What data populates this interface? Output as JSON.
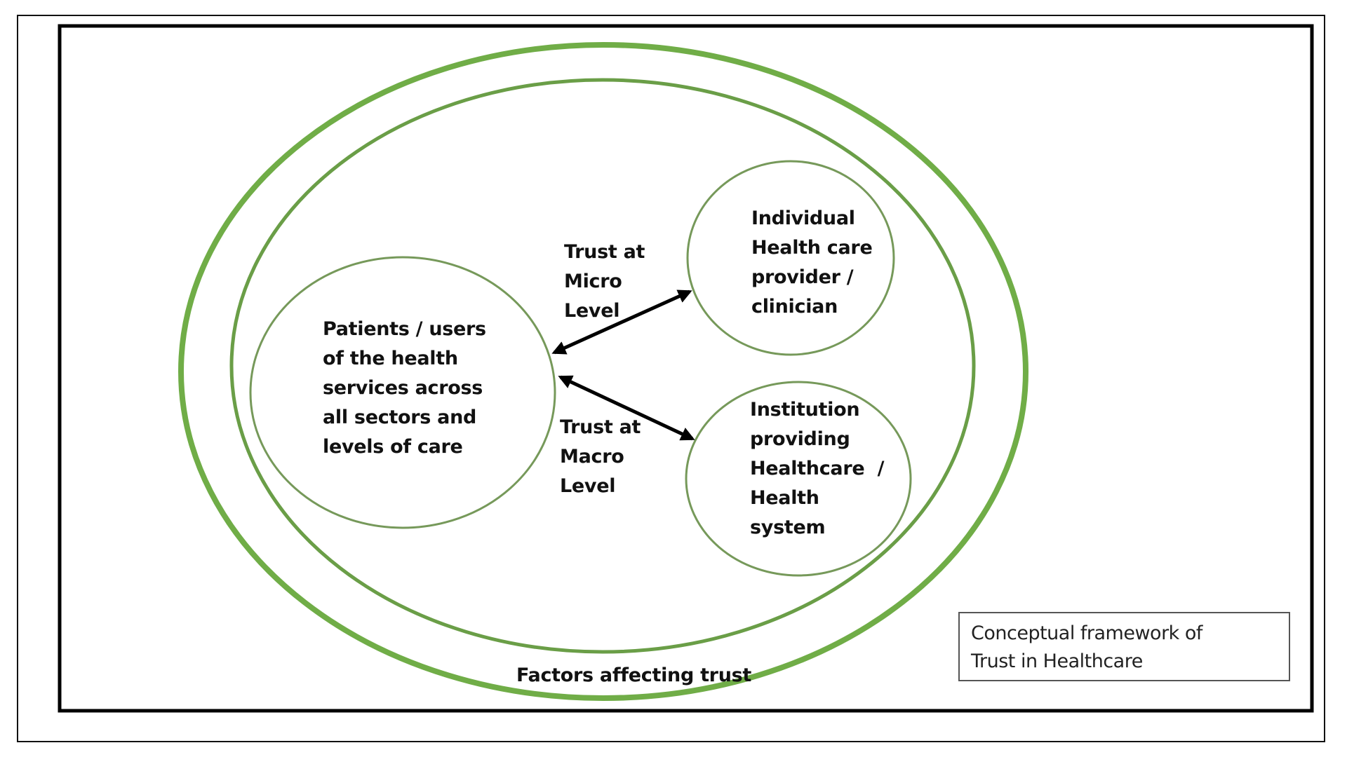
{
  "diagram": {
    "title": "Conceptual framework of Trust in Healthcare",
    "caption_lines": [
      "Conceptual framework of",
      "Trust in Healthcare"
    ],
    "outer_label": "Factors affecting trust",
    "nodes": {
      "patients": {
        "lines": [
          "Patients / users",
          "of the health",
          "services across",
          "all sectors and",
          "levels of care"
        ]
      },
      "individual": {
        "lines": [
          "Individual",
          "Health care",
          "provider /",
          "clinician"
        ]
      },
      "institution": {
        "lines": [
          "Institution",
          "providing",
          "Healthcare  /",
          "Health",
          "system"
        ]
      }
    },
    "edges": {
      "micro": {
        "from": "patients",
        "to": "individual",
        "direction": "bidirectional",
        "label_lines": [
          "Trust at",
          "Micro",
          "Level"
        ]
      },
      "macro": {
        "from": "patients",
        "to": "institution",
        "direction": "bidirectional",
        "label_lines": [
          "Trust at",
          "Macro",
          "Level"
        ]
      }
    },
    "colors": {
      "ring": "#70ad47",
      "node_stroke": "#76995a",
      "arrow": "#000000",
      "frame": "#000000"
    }
  }
}
